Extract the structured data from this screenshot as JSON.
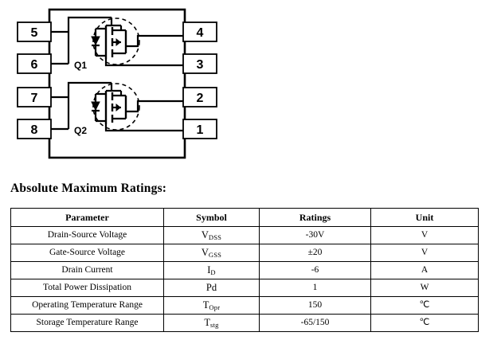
{
  "pin_diagram": {
    "name": "sop8-dual-mosfet-pin-configuration",
    "package": "SOP-8",
    "left_pins": [
      "5",
      "6",
      "7",
      "8"
    ],
    "right_pins": [
      "4",
      "3",
      "2",
      "1"
    ],
    "devices": [
      {
        "label": "Q1",
        "type": "p-channel-mosfet"
      },
      {
        "label": "Q2",
        "type": "p-channel-mosfet"
      }
    ]
  },
  "heading": {
    "text": "Absolute Maximum Ratings:"
  },
  "table": {
    "columns": [
      "Parameter",
      "Symbol",
      "Ratings",
      "Unit"
    ],
    "rows": [
      {
        "parameter": "Drain-Source Voltage",
        "symbol_base": "V",
        "symbol_sub": "DSS",
        "rating": "-30V",
        "unit": "V"
      },
      {
        "parameter": "Gate-Source Voltage",
        "symbol_base": "V",
        "symbol_sub": "GSS",
        "rating": "±20",
        "unit": "V"
      },
      {
        "parameter": "Drain Current",
        "symbol_base": "I",
        "symbol_sub": "D",
        "rating": "-6",
        "unit": "A"
      },
      {
        "parameter": "Total Power Dissipation",
        "symbol_base": "Pd",
        "symbol_sub": "",
        "rating": "1",
        "unit": "W"
      },
      {
        "parameter": "Operating Temperature Range",
        "symbol_base": "T",
        "symbol_sub": "Opr",
        "rating": "150",
        "unit": "℃"
      },
      {
        "parameter": "Storage Temperature Range",
        "symbol_base": "T",
        "symbol_sub": "stg",
        "rating": "-65/150",
        "unit": "℃"
      }
    ]
  },
  "colors": {
    "ink": "#000000",
    "background": "#ffffff"
  }
}
